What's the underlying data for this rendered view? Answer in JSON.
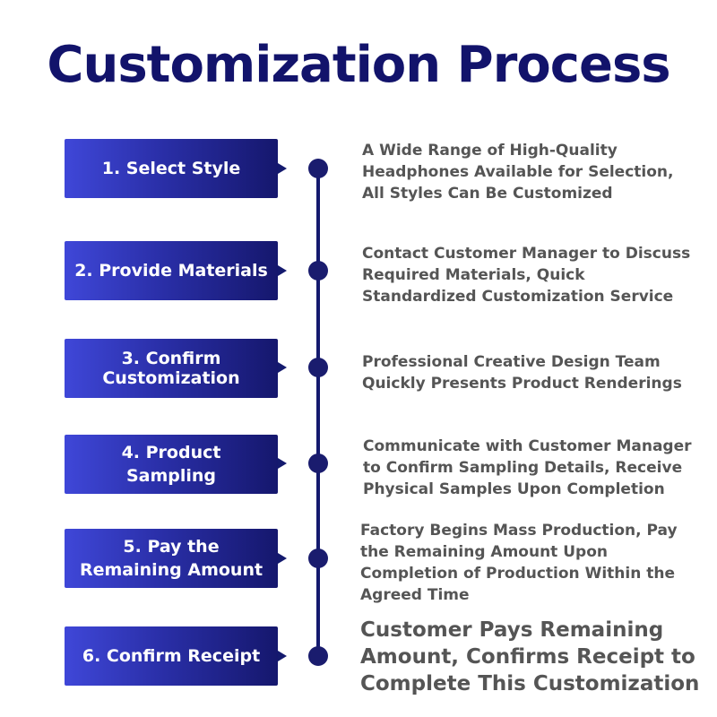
{
  "title": "Customization Process",
  "steps": [
    {
      "label": "1. Select Style",
      "description": "A Wide Range of High-Quality\nHeadphones Available for Selection,\nAll Styles Can Be Customized"
    },
    {
      "label": "2. Provide Materials",
      "description": "Contact Customer Manager to Discuss\nRequired Materials, Quick\nStandardized Customization Service"
    },
    {
      "label": "3. Confirm\nCustomization",
      "description": "Professional Creative Design Team\nQuickly Presents Product Renderings"
    },
    {
      "label": "4. Product\nSampling",
      "description": "Communicate with Customer Manager\nto Confirm Sampling Details, Receive\nPhysical Samples Upon Completion"
    },
    {
      "label": "5. Pay the\nRemaining Amount",
      "description": "Factory Begins Mass Production, Pay\nthe Remaining Amount Upon\nCompletion of Production Within the\nAgreed Time"
    },
    {
      "label": "6. Confirm Receipt",
      "description": "Customer Pays Remaining\nAmount, Confirms Receipt to\nComplete This Customization"
    }
  ],
  "colors": {
    "title": "#12136b",
    "box_gradient_start": "#3f47d8",
    "box_gradient_end": "#15176d",
    "timeline": "#141a6e",
    "description_text": "#555555"
  }
}
